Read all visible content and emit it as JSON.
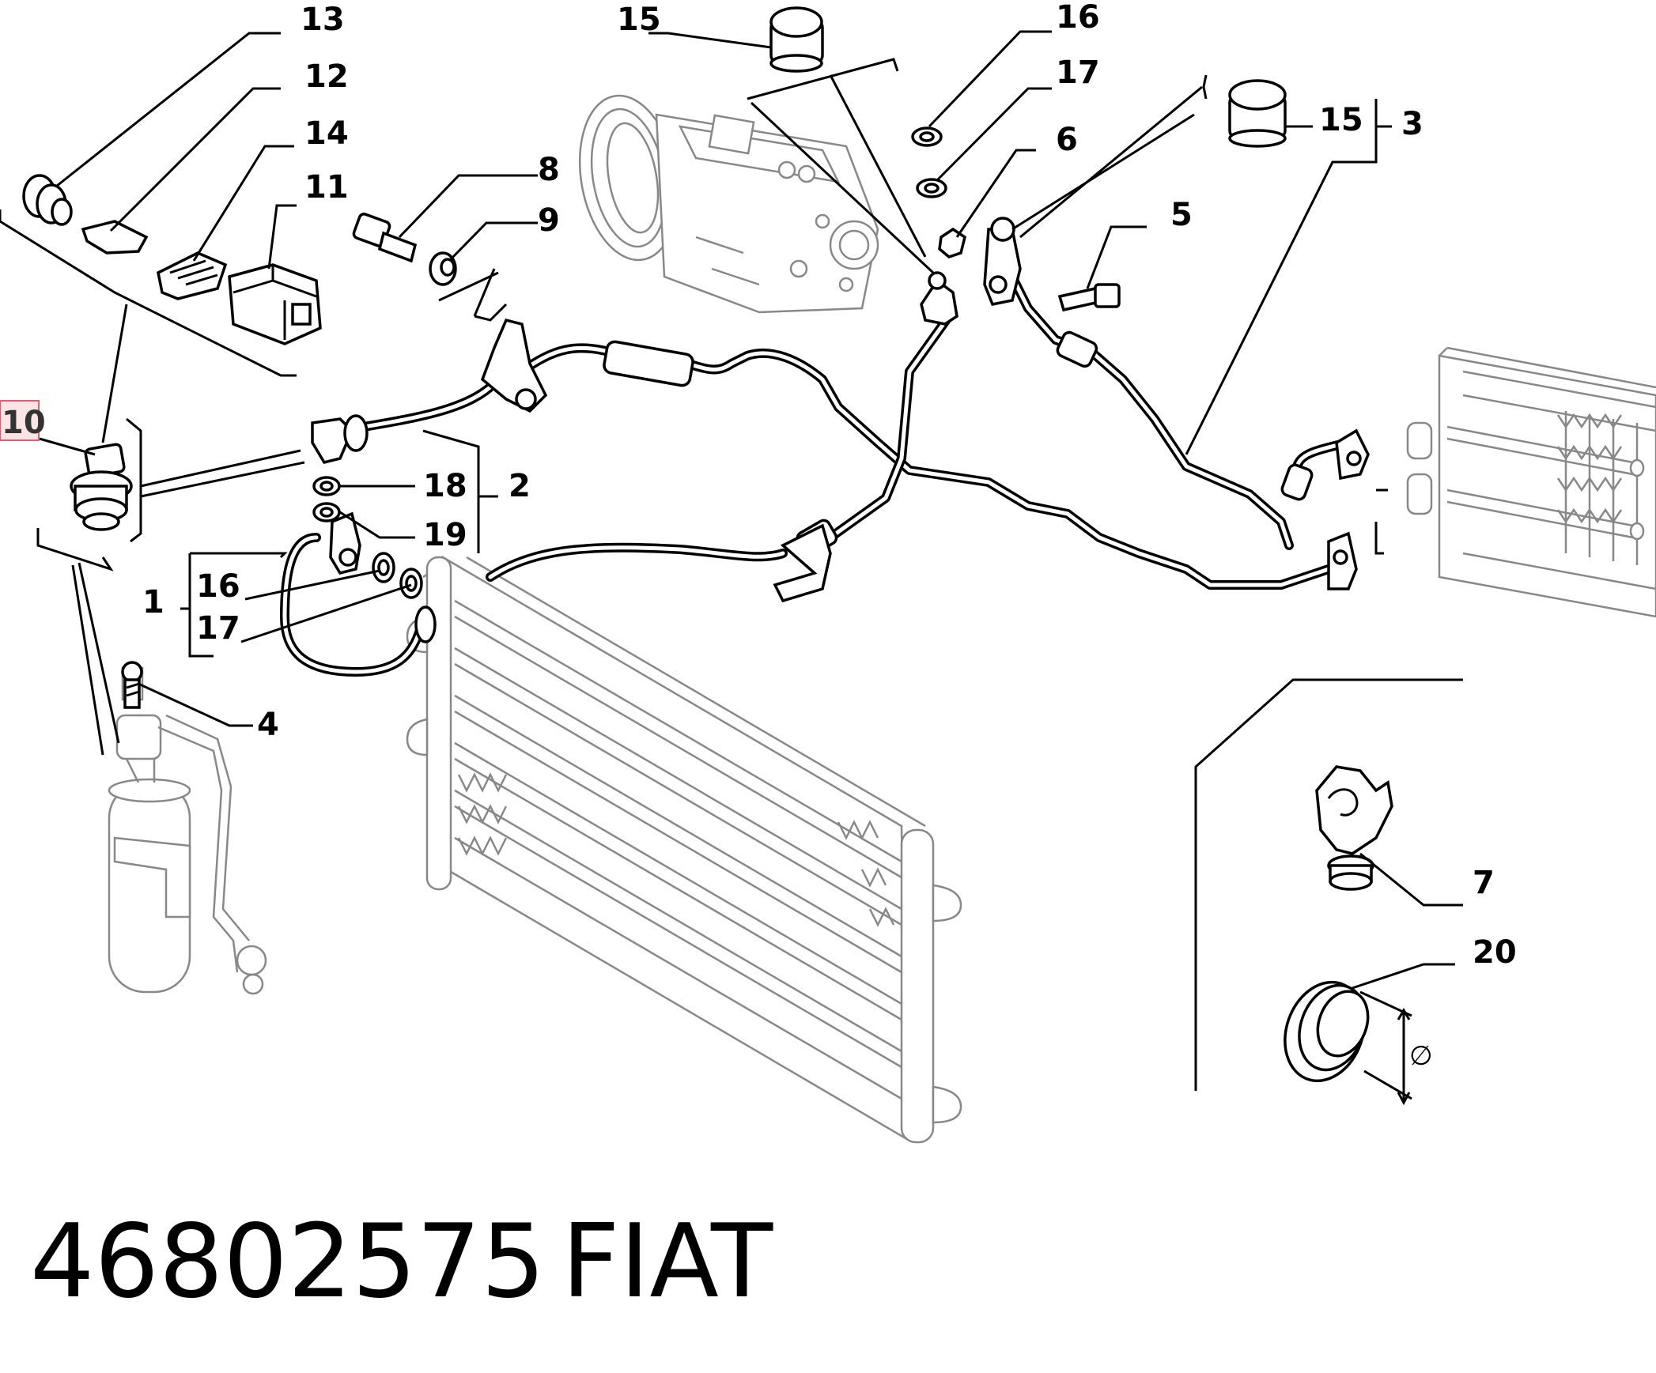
{
  "callouts": {
    "c13": "13",
    "c12": "12",
    "c14": "14",
    "c11": "11",
    "c10": "10",
    "c8": "8",
    "c9": "9",
    "c15a": "15",
    "c16a": "16",
    "c17a": "17",
    "c6": "6",
    "c15b": "15",
    "c3": "3",
    "c5": "5",
    "c18": "18",
    "c19": "19",
    "c2": "2",
    "c1": "1",
    "c16b": "16",
    "c17b": "17",
    "c4": "4",
    "c7": "7",
    "c20": "20",
    "diameter_symbol": "∅"
  },
  "footer": {
    "part_number": "46802575",
    "brand": "FIAT"
  },
  "colors": {
    "line": "#000000",
    "faint": "#888888",
    "highlight": "#e06070"
  }
}
